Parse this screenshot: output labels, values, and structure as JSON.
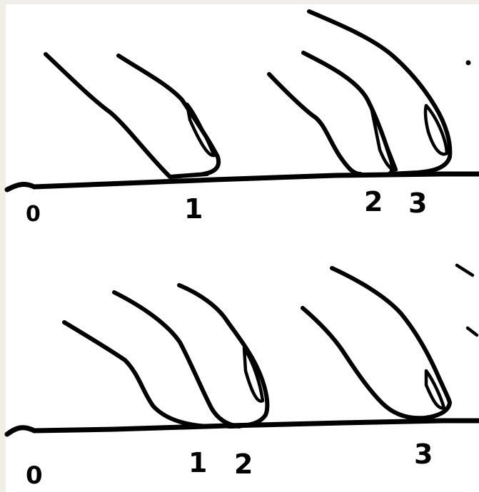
{
  "diagram": {
    "colors": {
      "background": "#f1eeea",
      "sheet": "#ffffff",
      "ink": "#000000"
    },
    "panels": [
      {
        "id": "top",
        "labels": [
          "0",
          "1",
          "2",
          "3"
        ]
      },
      {
        "id": "bottom",
        "labels": [
          "0",
          "1",
          "2",
          "3"
        ]
      }
    ]
  }
}
